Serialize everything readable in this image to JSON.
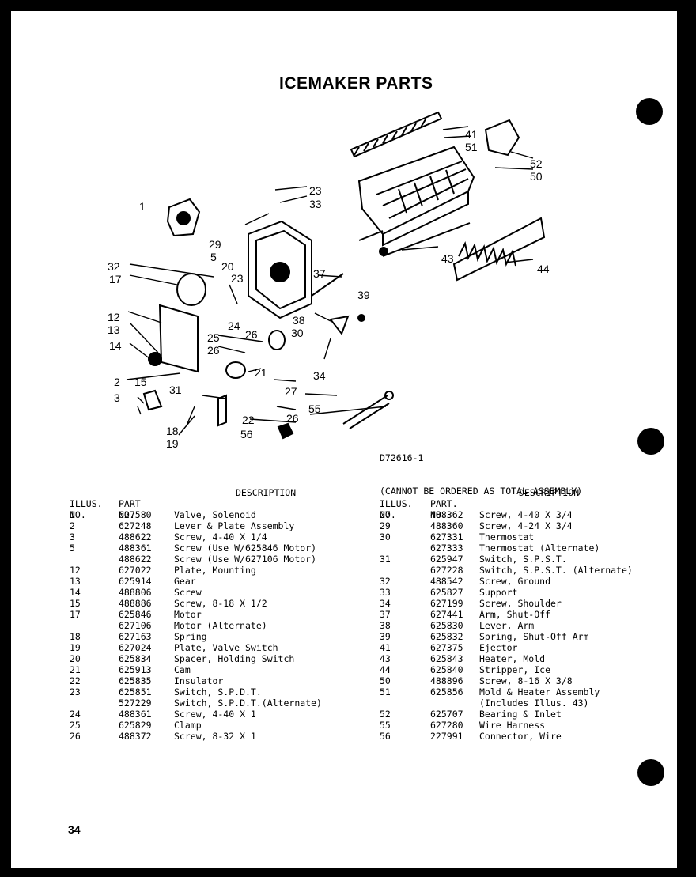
{
  "title": "ICEMAKER PARTS",
  "page_number": "34",
  "diagram": {
    "code": "D72616-1",
    "note": "(CANNOT BE ORDERED AS TOTAL ASSEMBLY)",
    "callouts": [
      "1",
      "2",
      "3",
      "5",
      "12",
      "13",
      "14",
      "15",
      "17",
      "18",
      "19",
      "20",
      "21",
      "22",
      "23",
      "24",
      "25",
      "26",
      "27",
      "29",
      "30",
      "31",
      "32",
      "33",
      "34",
      "37",
      "38",
      "39",
      "41",
      "43",
      "44",
      "50",
      "51",
      "52",
      "55",
      "56"
    ]
  },
  "table_headers": {
    "illus_1": "ILLUS.",
    "illus_2": "NO.",
    "part_left_1": "PART",
    "part_right_1": "PART.",
    "part_2": "NO.",
    "description": "DESCRIPTION"
  },
  "parts_left": [
    {
      "illus": "1",
      "part": "627580",
      "desc": "Valve, Solenoid"
    },
    {
      "illus": "2",
      "part": "627248",
      "desc": "Lever & Plate Assembly"
    },
    {
      "illus": "3",
      "part": "488622",
      "desc": "Screw, 4-40 X 1/4"
    },
    {
      "illus": "5",
      "part": "488361",
      "desc": "Screw (Use W/625846 Motor)"
    },
    {
      "illus": "",
      "part": "488622",
      "desc": "Screw (Use W/627106 Motor)"
    },
    {
      "illus": "12",
      "part": "627022",
      "desc": "Plate, Mounting"
    },
    {
      "illus": "13",
      "part": "625914",
      "desc": "Gear"
    },
    {
      "illus": "14",
      "part": "488806",
      "desc": "Screw"
    },
    {
      "illus": "15",
      "part": "488886",
      "desc": "Screw, 8-18 X 1/2"
    },
    {
      "illus": "17",
      "part": "625846",
      "desc": "Motor"
    },
    {
      "illus": "",
      "part": "627106",
      "desc": "Motor (Alternate)"
    },
    {
      "illus": "18",
      "part": "627163",
      "desc": "Spring"
    },
    {
      "illus": "19",
      "part": "627024",
      "desc": "Plate, Valve Switch"
    },
    {
      "illus": "20",
      "part": "625834",
      "desc": "Spacer, Holding Switch"
    },
    {
      "illus": "21",
      "part": "625913",
      "desc": "Cam"
    },
    {
      "illus": "22",
      "part": "625835",
      "desc": "Insulator"
    },
    {
      "illus": "23",
      "part": "625851",
      "desc": "Switch, S.P.D.T."
    },
    {
      "illus": "",
      "part": "527229",
      "desc": "Switch, S.P.D.T.(Alternate)"
    },
    {
      "illus": "24",
      "part": "488361",
      "desc": "Screw, 4-40 X 1"
    },
    {
      "illus": "25",
      "part": "625829",
      "desc": "Clamp"
    },
    {
      "illus": "26",
      "part": "488372",
      "desc": "Screw, 8-32 X 1"
    }
  ],
  "parts_right": [
    {
      "illus": "27",
      "part": "488362",
      "desc": "Screw, 4-40 X 3/4"
    },
    {
      "illus": "29",
      "part": "488360",
      "desc": "Screw, 4-24 X 3/4"
    },
    {
      "illus": "30",
      "part": "627331",
      "desc": "Thermostat"
    },
    {
      "illus": "",
      "part": "627333",
      "desc": "Thermostat (Alternate)"
    },
    {
      "illus": "31",
      "part": "625947",
      "desc": "Switch, S.P.S.T."
    },
    {
      "illus": "",
      "part": "627228",
      "desc": "Switch, S.P.S.T. (Alternate)"
    },
    {
      "illus": "32",
      "part": "488542",
      "desc": "Screw, Ground"
    },
    {
      "illus": "33",
      "part": "625827",
      "desc": "Support"
    },
    {
      "illus": "34",
      "part": "627199",
      "desc": "Screw, Shoulder"
    },
    {
      "illus": "37",
      "part": "627441",
      "desc": "Arm, Shut-Off"
    },
    {
      "illus": "38",
      "part": "625830",
      "desc": "Lever, Arm"
    },
    {
      "illus": "39",
      "part": "625832",
      "desc": "Spring, Shut-Off Arm"
    },
    {
      "illus": "41",
      "part": "627375",
      "desc": "Ejector"
    },
    {
      "illus": "43",
      "part": "625843",
      "desc": "Heater, Mold"
    },
    {
      "illus": "44",
      "part": "625840",
      "desc": "Stripper, Ice"
    },
    {
      "illus": "50",
      "part": "488896",
      "desc": "Screw, 8-16 X 3/8"
    },
    {
      "illus": "51",
      "part": "625856",
      "desc": "Mold & Heater Assembly"
    },
    {
      "illus": "",
      "part": "",
      "desc": "(Includes Illus. 43)"
    },
    {
      "illus": "52",
      "part": "625707",
      "desc": "Bearing & Inlet"
    },
    {
      "illus": "55",
      "part": "627280",
      "desc": "Wire Harness"
    },
    {
      "illus": "56",
      "part": "227991",
      "desc": "Connector, Wire"
    }
  ]
}
